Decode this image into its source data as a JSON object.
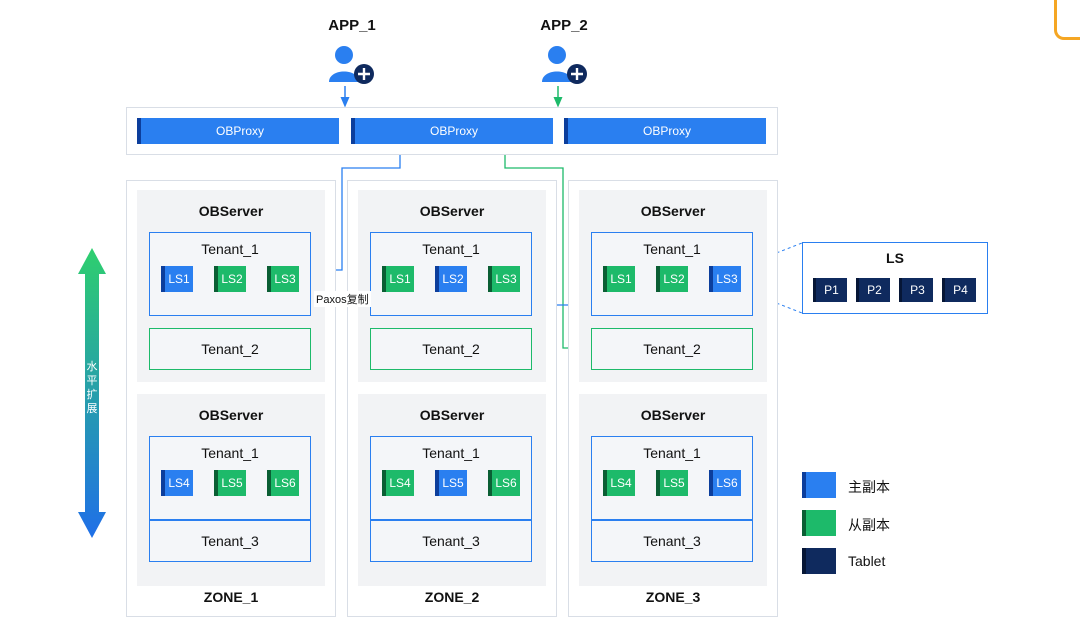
{
  "apps": [
    "APP_1",
    "APP_2"
  ],
  "proxies": [
    "OBProxy",
    "OBProxy",
    "OBProxy"
  ],
  "zones": [
    {
      "label": "ZONE_1",
      "servers": [
        {
          "title": "OBServer",
          "tenant": "Tenant_1",
          "ls": [
            "LS1",
            "LS2",
            "LS3"
          ],
          "extra": "Tenant_2"
        },
        {
          "title": "OBServer",
          "tenant": "Tenant_1",
          "ls": [
            "LS4",
            "LS5",
            "LS6"
          ],
          "extra": "Tenant_3"
        }
      ]
    },
    {
      "label": "ZONE_2",
      "servers": [
        {
          "title": "OBServer",
          "tenant": "Tenant_1",
          "ls": [
            "LS1",
            "LS2",
            "LS3"
          ],
          "extra": "Tenant_2"
        },
        {
          "title": "OBServer",
          "tenant": "Tenant_1",
          "ls": [
            "LS4",
            "LS5",
            "LS6"
          ],
          "extra": "Tenant_3"
        }
      ]
    },
    {
      "label": "ZONE_3",
      "servers": [
        {
          "title": "OBServer",
          "tenant": "Tenant_1",
          "ls": [
            "LS1",
            "LS2",
            "LS3"
          ],
          "extra": "Tenant_2"
        },
        {
          "title": "OBServer",
          "tenant": "Tenant_1",
          "ls": [
            "LS4",
            "LS5",
            "LS6"
          ],
          "extra": "Tenant_3"
        }
      ]
    }
  ],
  "paxos_label": "Paxos复制",
  "scale_label": "水平扩展",
  "ls_detail": {
    "title": "LS",
    "partitions": [
      "P1",
      "P2",
      "P3",
      "P4"
    ]
  },
  "legend": [
    {
      "label": "主副本",
      "color": "#2a7ff0"
    },
    {
      "label": "从副本",
      "color": "#1dba6a"
    },
    {
      "label": "Tablet",
      "color": "#0f2a5e"
    }
  ]
}
